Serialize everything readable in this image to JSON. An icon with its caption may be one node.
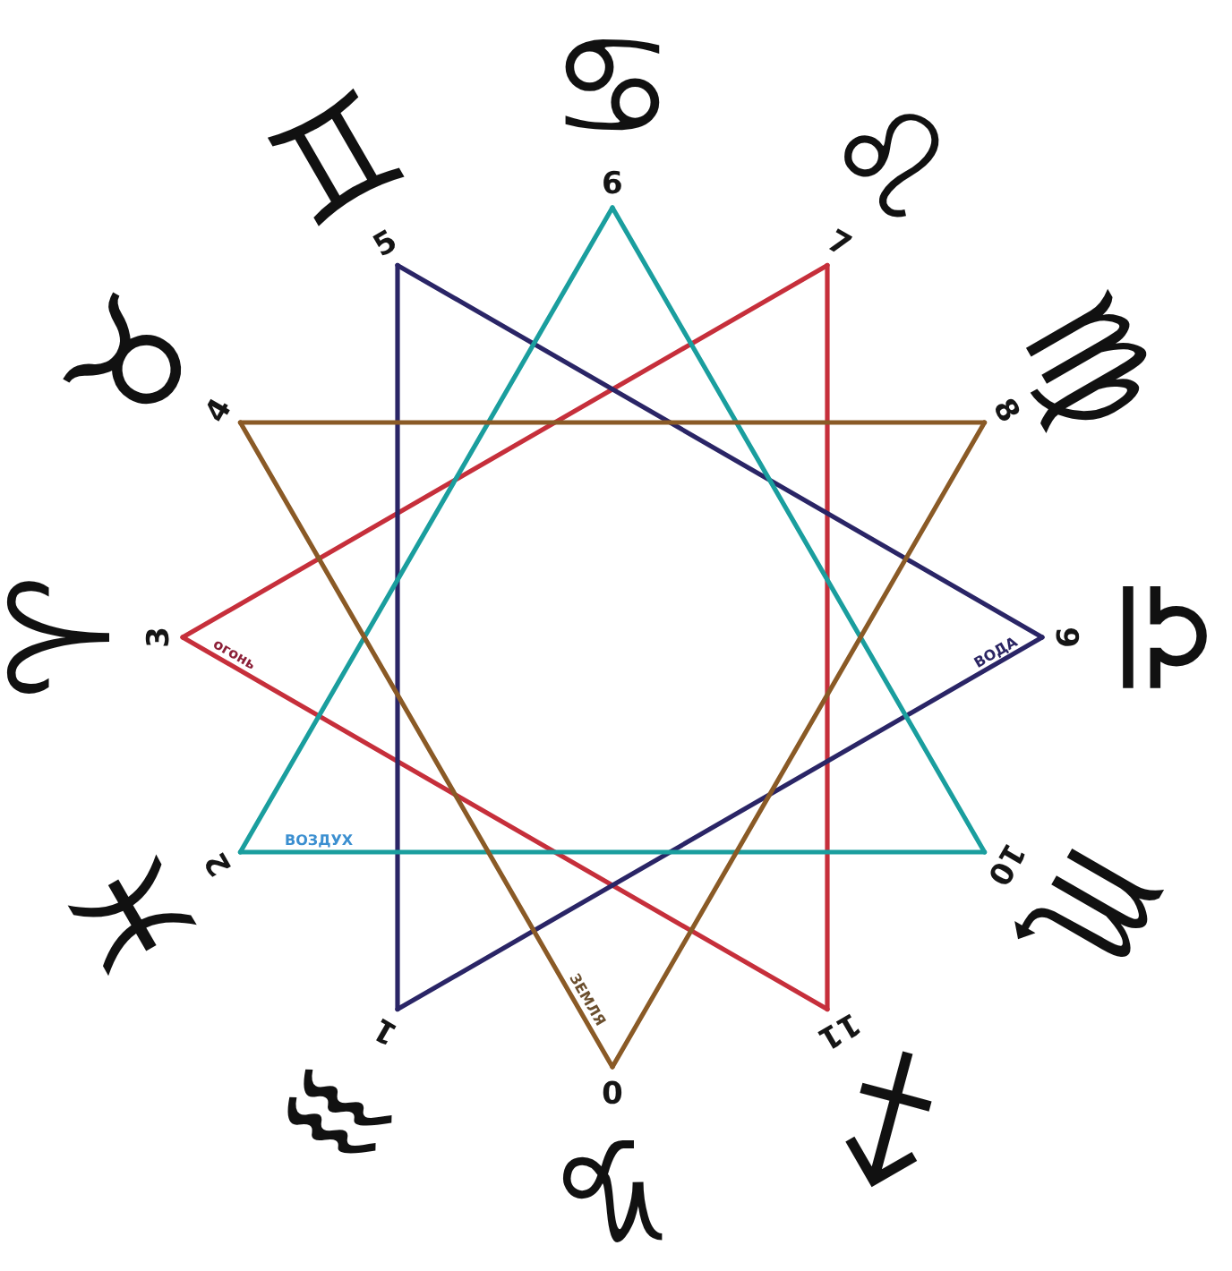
{
  "diagram": {
    "nodes": [
      {
        "text": [
          "0"
        ],
        "beside": [
          "♑"
        ]
      },
      {
        "text": [
          "1"
        ],
        "beside": [
          "♒"
        ]
      },
      {
        "text": [
          "2"
        ],
        "beside": [
          "♓"
        ]
      },
      {
        "text": [
          "3"
        ],
        "beside": [
          "♈"
        ]
      },
      {
        "text": [
          "4"
        ],
        "beside": [
          "♉"
        ]
      },
      {
        "text": [
          "5"
        ],
        "beside": [
          "♊"
        ]
      },
      {
        "text": [
          "6"
        ],
        "beside": [
          "♋"
        ]
      },
      {
        "text": [
          "7"
        ],
        "beside": [
          "♌"
        ]
      },
      {
        "text": [
          "8"
        ],
        "beside": [
          "♍"
        ]
      },
      {
        "text": [
          "9"
        ],
        "beside": [
          "♎"
        ]
      },
      {
        "text": [
          "10"
        ],
        "beside": [
          "♏"
        ]
      },
      {
        "text": [
          "11"
        ],
        "beside": [
          "♐"
        ]
      }
    ],
    "edges": [
      {
        "from": 3,
        "to": 7,
        "arrow": "none",
        "color": "#c62f3b"
      },
      {
        "from": 7,
        "to": 11,
        "arrow": "none",
        "color": "#c62f3b"
      },
      {
        "from": 11,
        "to": 3,
        "arrow": "none",
        "color": "#c62f3b"
      },
      {
        "from": 5,
        "to": 9,
        "arrow": "none",
        "color": "#2a2566"
      },
      {
        "from": 9,
        "to": 1,
        "arrow": "none",
        "color": "#2a2566"
      },
      {
        "from": 1,
        "to": 5,
        "arrow": "none",
        "color": "#2a2566"
      },
      {
        "from": 6,
        "to": 2,
        "arrow": "none",
        "color": "#1a9e9e"
      },
      {
        "from": 2,
        "to": 10,
        "arrow": "none",
        "color": "#1a9e9e"
      },
      {
        "from": 10,
        "to": 6,
        "arrow": "none",
        "color": "#1a9e9e"
      },
      {
        "from": 4,
        "to": 8,
        "arrow": "none",
        "color": "#8a5a26"
      },
      {
        "from": 8,
        "to": 0,
        "arrow": "none",
        "color": "#8a5a26"
      },
      {
        "from": 0,
        "to": 4,
        "arrow": "none",
        "color": "#8a5a26"
      }
    ],
    "labels": [
      "огонь",
      "ВОДА",
      "ВОЗДУХ",
      "ЗЕМЛЯ"
    ]
  }
}
